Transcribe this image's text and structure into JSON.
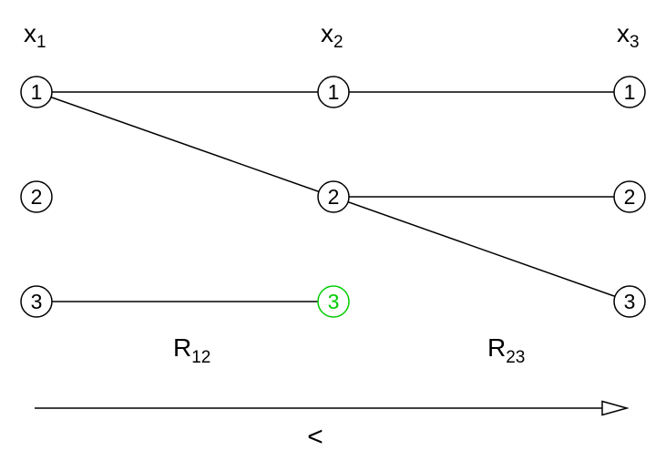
{
  "variables": [
    {
      "main": "x",
      "sub": "1"
    },
    {
      "main": "x",
      "sub": "2"
    },
    {
      "main": "x",
      "sub": "3"
    }
  ],
  "nodes": {
    "x1": [
      "1",
      "2",
      "3"
    ],
    "x2": [
      "1",
      "2",
      "3"
    ],
    "x3": [
      "1",
      "2",
      "3"
    ]
  },
  "highlighted_node": "x2 value 3",
  "edges": [
    "x1:1 - x2:1",
    "x2:1 - x3:1",
    "x1:1 - x2:2",
    "x2:2 - x3:2",
    "x2:2 - x3:3",
    "x1:3 - x2:3"
  ],
  "relations": [
    {
      "main": "R",
      "sub": "12"
    },
    {
      "main": "R",
      "sub": "23"
    }
  ],
  "order_symbol": "<",
  "colors": {
    "stroke": "#000000",
    "highlight": "#00cc00",
    "background": "#ffffff"
  }
}
